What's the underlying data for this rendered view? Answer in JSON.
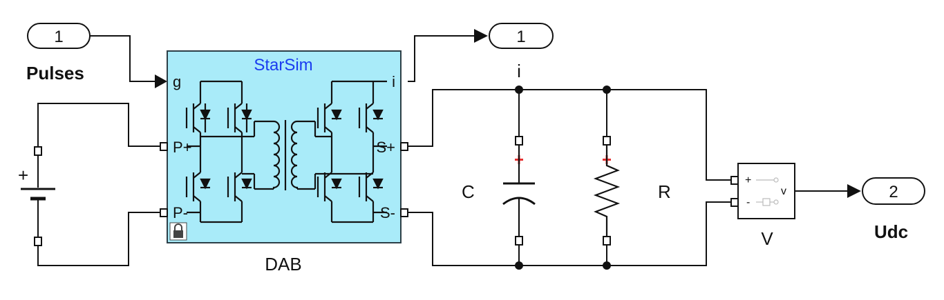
{
  "inports": [
    {
      "number": "1",
      "label": "Pulses"
    }
  ],
  "outports": [
    {
      "number": "1",
      "label": ""
    },
    {
      "number": "2",
      "label": "Udc"
    }
  ],
  "dab": {
    "title": "StarSim",
    "label": "DAB",
    "pins": {
      "g": "g",
      "p_plus": "P+",
      "p_minus": "P-",
      "i": "i",
      "s_plus": "S+",
      "s_minus": "S-"
    }
  },
  "components": {
    "capacitor": "C",
    "resistor": "R",
    "current_node": "i"
  },
  "voltmeter": {
    "label": "V",
    "plus": "+",
    "minus": "-",
    "out": "v"
  },
  "battery": {
    "plus": "+"
  },
  "colors": {
    "block_fill": "#a9ebf9",
    "title": "#1a3cf0",
    "polarity": "#e53030"
  }
}
